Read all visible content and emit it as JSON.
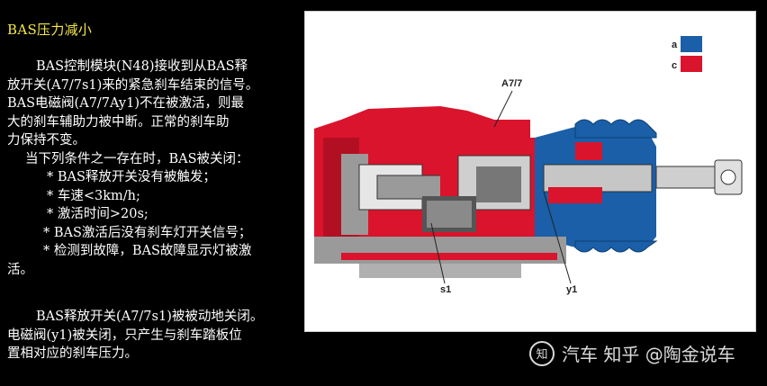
{
  "slide": {
    "title": "BAS压力减小",
    "para1_lines": [
      "BAS控制模块(N48)接收到从BAS释",
      "放开关(A7/7s1)来的紧急刹车结束的信号。",
      "BAS电磁阀(A7/7Ay1)不在被激活，则最",
      "大的刹车辅助力被中断。正常的刹车助",
      "力保持不变。"
    ],
    "conditions_heading": "当下列条件之一存在时，BAS被关闭：",
    "conditions": [
      "* BAS释放开关没有被触发；",
      "* 车速<3km/h;",
      "* 激活时间>20s;",
      "* BAS激活后没有刹车灯开关信号；",
      "* 检测到故障，BAS故障显示灯被激",
      "活。"
    ],
    "para2_lines": [
      "BAS释放开关(A7/7s1)被被动地关闭。",
      "电磁阀(y1)被关闭，只产生与刹车踏板位",
      "置相对应的刹车压力。"
    ]
  },
  "figure": {
    "legend": [
      {
        "label": "a",
        "color": "#1a5fa8"
      },
      {
        "label": "c",
        "color": "#d9142c"
      }
    ],
    "callouts": {
      "top": "A7/7",
      "s1": "s1",
      "y1": "y1"
    },
    "colors": {
      "red": "#d9142c",
      "blue": "#1a5fa8",
      "grey": "#9a9a9a",
      "dark": "#333333"
    }
  },
  "watermark": {
    "icon": "zhihu-icon",
    "text": "汽车 知乎 @陶金说车"
  }
}
